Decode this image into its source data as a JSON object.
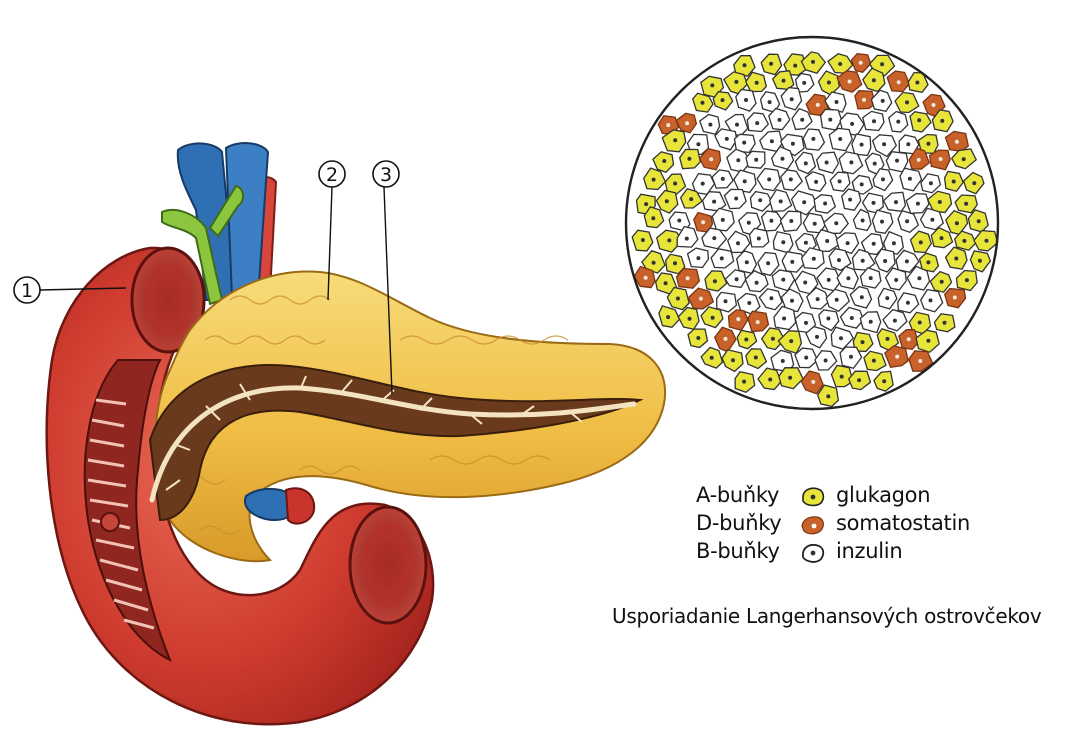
{
  "callouts": [
    "1",
    "2",
    "3"
  ],
  "legend": [
    {
      "cell": "A-buňky",
      "hormone": "glukagon",
      "color": "#e7e43a"
    },
    {
      "cell": "D-buňky",
      "hormone": "somatostatin",
      "color": "#c8612a"
    },
    {
      "cell": "B-buňky",
      "hormone": "inzulin",
      "color": "#ffffff"
    }
  ],
  "caption": "Usporiadanie Langerhansových ostrovčekov",
  "colors": {
    "duodenum": "#cc3a2e",
    "pancreas": "#f1c04a",
    "duct": "#6a3a1c",
    "vein": "#2f6fb3",
    "artery": "#d8453a",
    "bile": "#7bbf3a"
  }
}
